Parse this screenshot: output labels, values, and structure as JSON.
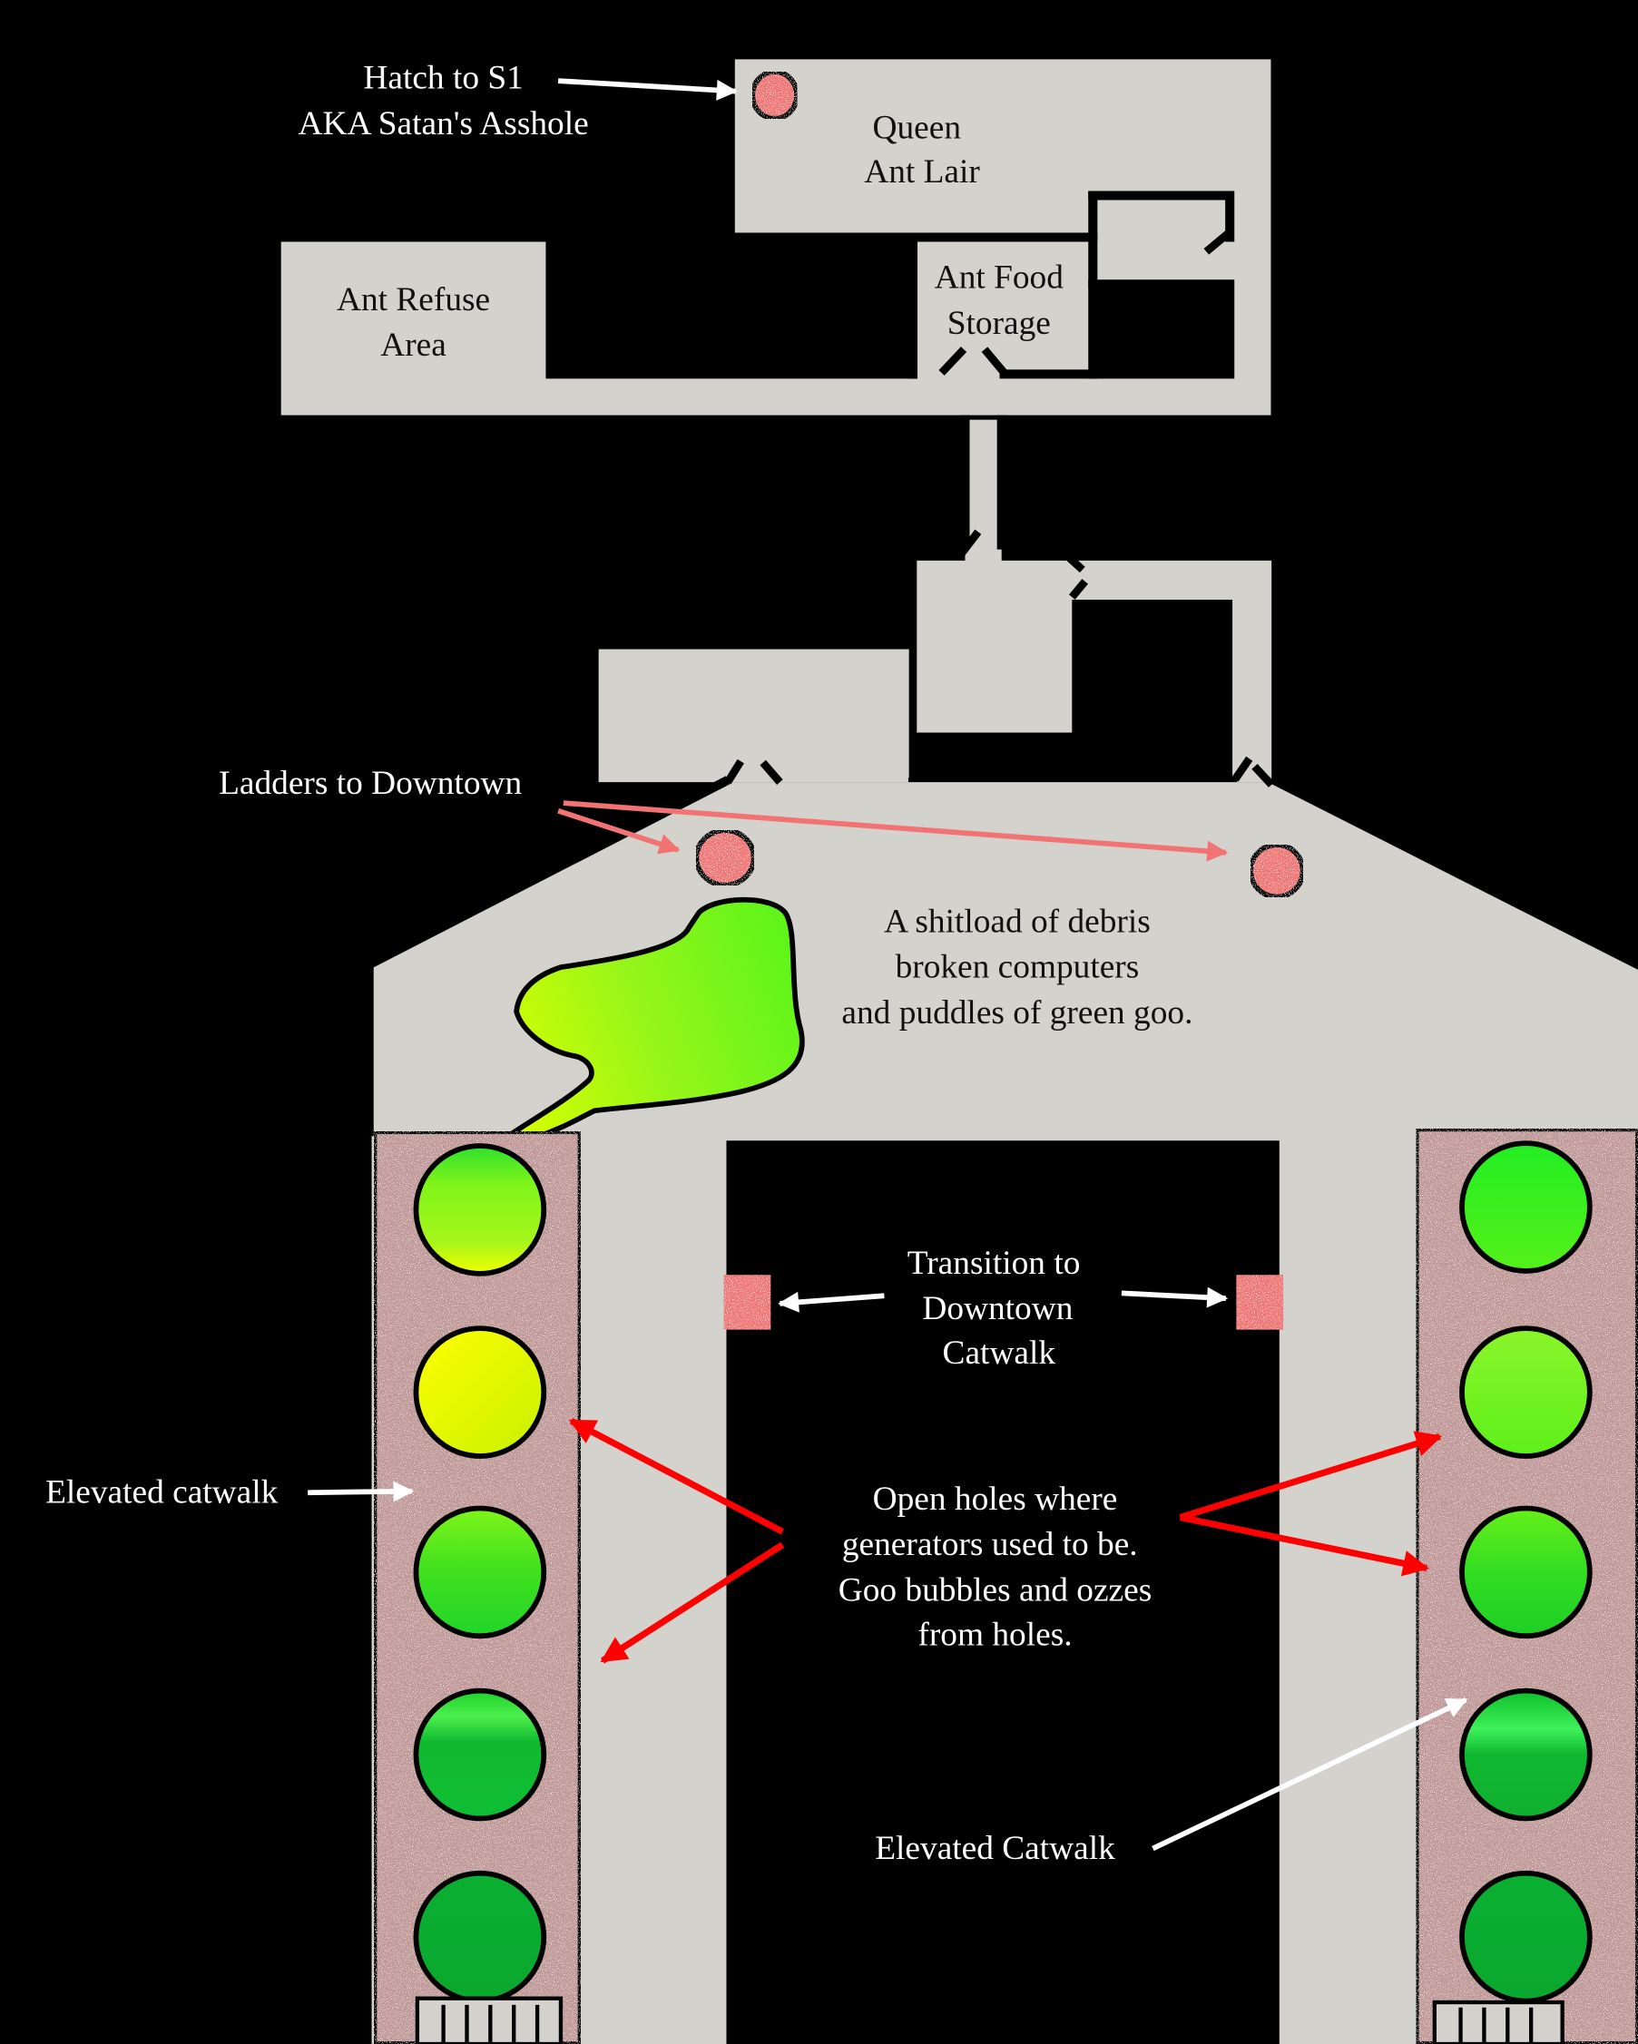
{
  "map": {
    "title": "Ant Nest / Generator Hall Level Map",
    "colors": {
      "background": "#000000",
      "floor": "#d4d2cd",
      "hatch_fill": "#f07474",
      "catwalk_fill": "#c09898",
      "arrow_white": "#ffffff",
      "arrow_pink": "#f27373",
      "arrow_red": "#ff0000",
      "goo_yellow": "#d8ff00",
      "goo_green": "#6af51a",
      "goo_dark": "#09a930"
    },
    "rooms": {
      "queen_ant_lair": {
        "line1": "Queen",
        "line2": "Ant Lair"
      },
      "ant_food_storage": {
        "line1": "Ant Food",
        "line2": "Storage"
      },
      "ant_refuse_area": {
        "line1": "Ant Refuse",
        "line2": "Area"
      },
      "generator_hall": {
        "line1": "A shitload of debris",
        "line2": "broken computers",
        "line3": "and puddles of green goo."
      }
    },
    "annotations": {
      "hatch": {
        "line1": "Hatch to S1",
        "line2": "AKA Satan's Asshole",
        "icon": "hatch-icon"
      },
      "ladders": {
        "text": "Ladders to Downtown",
        "icon": "ladder-hatch-icon",
        "count": 2
      },
      "transition": {
        "line1": "Transition to",
        "line2": "Downtown",
        "line3": "Catwalk",
        "icon": "transition-marker-icon",
        "count": 2
      },
      "elevated_catwalk_left": {
        "text": "Elevated catwalk"
      },
      "elevated_catwalk_right": {
        "text": "Elevated Catwalk"
      },
      "generator_holes": {
        "line1": "Open holes where",
        "line2": "generators used to be.",
        "line3": "Goo bubbles and ozzes",
        "line4": "from holes."
      }
    },
    "generator_holes": {
      "left": [
        "yellow-green",
        "yellow",
        "green",
        "green-rippled",
        "dark-green"
      ],
      "right": [
        "green",
        "lime-green",
        "green",
        "green-rippled",
        "dark-green"
      ]
    }
  }
}
